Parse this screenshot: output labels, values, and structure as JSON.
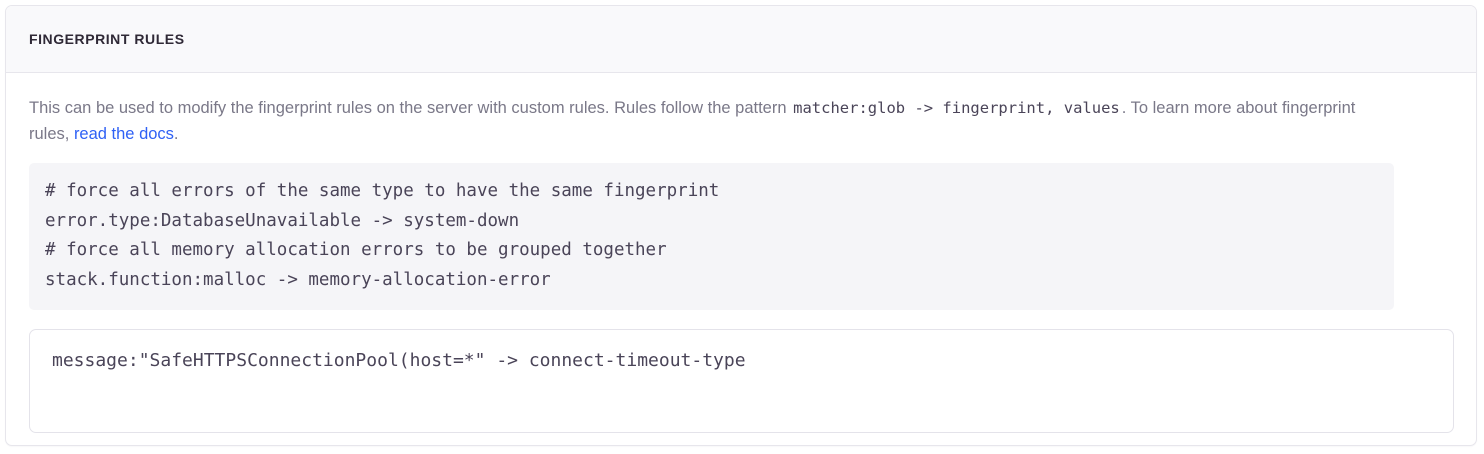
{
  "panel": {
    "title": "FINGERPRINT RULES",
    "description": {
      "text_before_code": "This can be used to modify the fingerprint rules on the server with custom rules. Rules follow the pattern ",
      "inline_code": "matcher:glob -> fingerprint, values",
      "text_after_code": ". To learn more about fingerprint rules, ",
      "link_label": "read the docs",
      "text_end": "."
    },
    "example_code": "# force all errors of the same type to have the same fingerprint\nerror.type:DatabaseUnavailable -> system-down\n# force all memory allocation errors to be grouped together\nstack.function:malloc -> memory-allocation-error",
    "rules_input": {
      "value": "message:\"SafeHTTPSConnectionPool(host=*\" -> connect-timeout-type",
      "placeholder": ""
    }
  },
  "colors": {
    "link": "#2f61f5",
    "title": "#2f2936",
    "body_text": "#7a7888",
    "code_text": "#4a4458",
    "code_bg": "#f5f5f8",
    "header_bg": "#f9f9fb",
    "border": "#e7e6ec"
  }
}
